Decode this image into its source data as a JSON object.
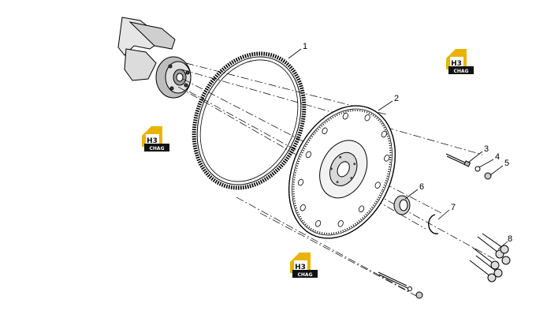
{
  "diagram": {
    "callouts": [
      "1",
      "2",
      "3",
      "4",
      "5",
      "6",
      "7",
      "8"
    ],
    "logo": {
      "lettering_top": "H3",
      "lettering_bottom": "CHAG",
      "colors": {
        "gold": "#e8b400",
        "dark": "#111111"
      }
    },
    "colors": {
      "line": "#000000",
      "background": "#ffffff"
    }
  }
}
